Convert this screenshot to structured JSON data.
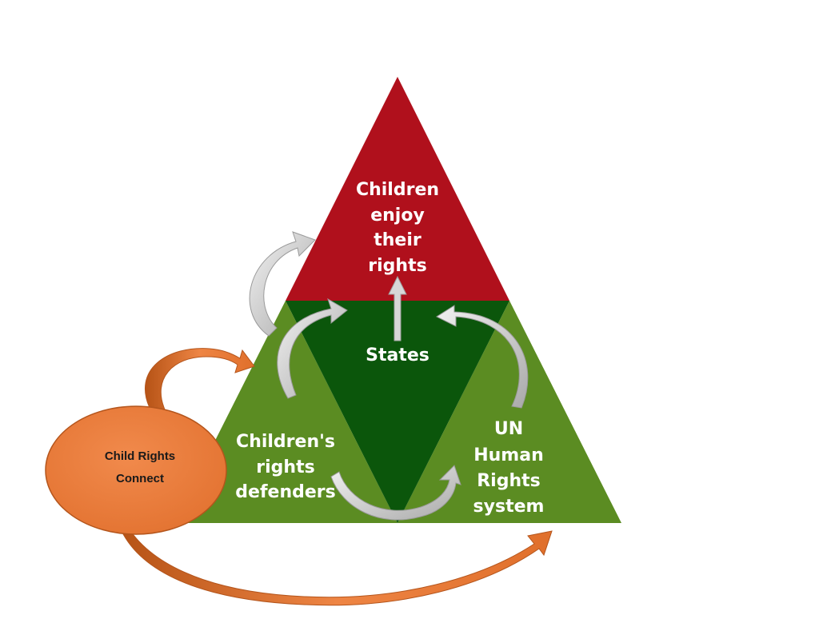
{
  "diagram": {
    "apex": {
      "lines": [
        "Children",
        "enjoy",
        "their",
        "rights"
      ]
    },
    "center": {
      "lines": [
        "States"
      ]
    },
    "left": {
      "lines": [
        "Children's",
        "rights",
        "defenders"
      ]
    },
    "right": {
      "lines": [
        "UN",
        "Human",
        "Rights",
        "system"
      ]
    },
    "actor": {
      "lines": [
        "Child Rights",
        "Connect"
      ]
    }
  },
  "colors": {
    "apex_red": "#b0101c",
    "side_green": "#5b8c22",
    "center_dark_green": "#0b560b",
    "actor_orange": "#ea7c3c",
    "arrow_gray": "#c8c8c8"
  }
}
